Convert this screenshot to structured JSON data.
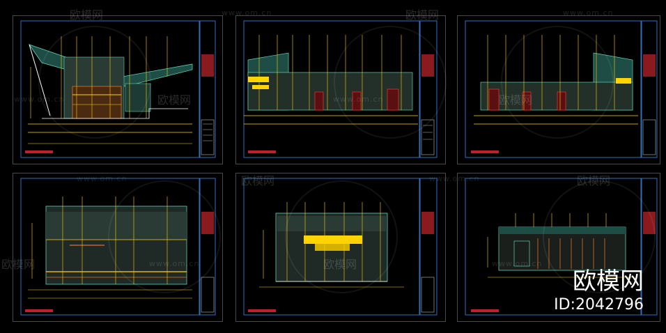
{
  "watermark": {
    "site": "www.om.cn",
    "logo_text": "欧模网"
  },
  "brand": {
    "name": "欧模网",
    "id_text": "ID:2042796"
  },
  "colors": {
    "background": "#000000",
    "frame": "#2f6fbf",
    "dimension": "#ffd400",
    "wall": "#1e5a4a",
    "accent_red": "#c0202a"
  },
  "sheets": [
    {
      "view": "section-left"
    },
    {
      "view": "elevation-front"
    },
    {
      "view": "elevation-back"
    },
    {
      "view": "elevation-side-a"
    },
    {
      "view": "elevation-center"
    },
    {
      "view": "elevation-side-b"
    }
  ]
}
